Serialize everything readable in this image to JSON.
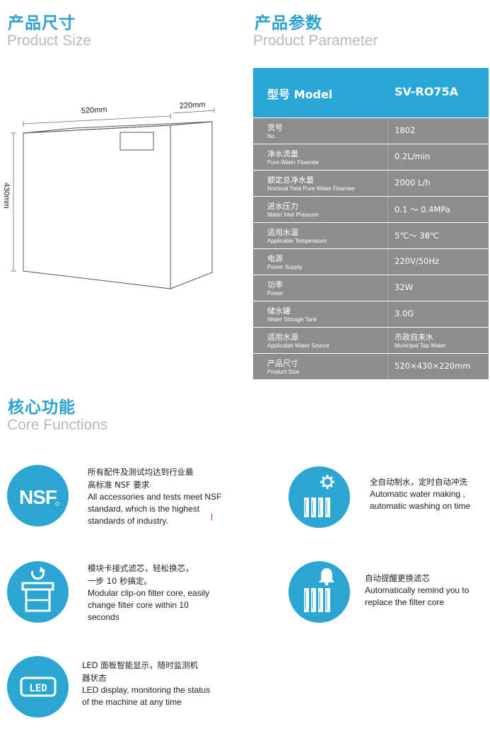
{
  "size_section": {
    "title_cn": "产品尺寸",
    "title_en": "Product Size",
    "width_label": "520mm",
    "depth_label": "220mm",
    "height_label": "430mm"
  },
  "param_section": {
    "title_cn": "产品参数",
    "title_en": "Product Parameter",
    "header": {
      "label": "型号 Model",
      "value": "SV-RO75A"
    },
    "rows": [
      {
        "cn": "货号",
        "en": "No.",
        "value": "1802"
      },
      {
        "cn": "净水流量",
        "en": "Pure Water Flowrate",
        "value": "0.2L/min"
      },
      {
        "cn": "额定总净水量",
        "en": "Nominal Total Pure Water Flowrate",
        "value": "2000 L/h"
      },
      {
        "cn": "进水压力",
        "en": "Water Inlet Pressure",
        "value": "0.1 ～ 0.4MPa"
      },
      {
        "cn": "适用水温",
        "en": "Applicable Temperature",
        "value": "5℃～ 38℃"
      },
      {
        "cn": "电源",
        "en": "Power Supply",
        "value": "220V/50Hz"
      },
      {
        "cn": "功率",
        "en": "Power",
        "value": "32W"
      },
      {
        "cn": "储水罐",
        "en": "Water Storage Tank",
        "value": "3.0G"
      },
      {
        "cn": "适用水源",
        "en": "Applicable Water Source",
        "value_cn": "市政自来水",
        "value_en": "Municipal Tap Water"
      },
      {
        "cn": "产品尺寸",
        "en": "Product Size",
        "value": "520×430×220mm"
      }
    ]
  },
  "core_section": {
    "title_cn": "核心功能",
    "title_en": "Core Functions",
    "features": [
      {
        "icon": "nsf-icon",
        "icon_text": "NSF",
        "cn_line1": "所有配件及测试均达到行业最",
        "cn_line2": "高标准 NSF 要求",
        "en": "All accessories and tests meet NSF standard, which is the highest standards of industry."
      },
      {
        "icon": "auto-water-icon",
        "cn_line1": "全自动制水，定时自动冲洗",
        "en": "Automatic water making , automatic washing on time"
      },
      {
        "icon": "filter-clip-icon",
        "cn_line1": "模块卡接式滤芯，轻松换芯，",
        "cn_line2": "一步 10 秒搞定。",
        "en": "Modular clip-on filter core, easily change filter core within 10 seconds"
      },
      {
        "icon": "filter-reminder-icon",
        "cn_line1": "自动提醒更换滤芯",
        "en": "Automatically remind you to replace the filter core"
      },
      {
        "icon": "led-display-icon",
        "icon_text": "LED",
        "cn_line1": "LED 面板智能显示，随时监测机",
        "cn_line2": "器状态",
        "en": "LED display, monitoring the status of the machine at any time"
      }
    ]
  },
  "colors": {
    "accent": "#2aa1cf",
    "table_header": "#2aa6d4",
    "table_row": "#8d8d8d",
    "subtitle": "#b8b8b8"
  }
}
